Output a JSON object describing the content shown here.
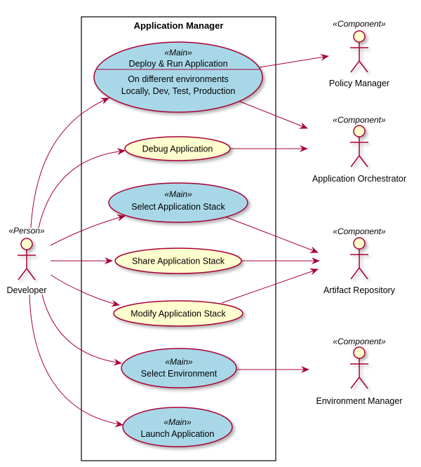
{
  "colors": {
    "main_fill": "#a8d8e8",
    "usecase_fill": "#fefece",
    "stroke": "#a80036",
    "arrow": "#a80036",
    "boundary": "#000000"
  },
  "boundary": {
    "title": "Application Manager"
  },
  "developer": {
    "stereotype": "«Person»",
    "name": "Developer"
  },
  "components": [
    {
      "id": "policy",
      "stereotype": "«Component»",
      "name": "Policy Manager"
    },
    {
      "id": "orchestrator",
      "stereotype": "«Component»",
      "name": "Application Orchestrator"
    },
    {
      "id": "artifact",
      "stereotype": "«Component»",
      "name": "Artifact Repository"
    },
    {
      "id": "environment",
      "stereotype": "«Component»",
      "name": "Environment Manager"
    }
  ],
  "usecases": [
    {
      "id": "deploy",
      "main": true,
      "stereotype": "«Main»",
      "label": "Deploy & Run Application",
      "detail1": "On different environments",
      "detail2": "Locally, Dev, Test, Production"
    },
    {
      "id": "debug",
      "main": false,
      "label": "Debug Application"
    },
    {
      "id": "select-stack",
      "main": true,
      "stereotype": "«Main»",
      "label": "Select Application Stack"
    },
    {
      "id": "share-stack",
      "main": false,
      "label": "Share Application Stack"
    },
    {
      "id": "modify-stack",
      "main": false,
      "label": "Modify Application Stack"
    },
    {
      "id": "select-env",
      "main": true,
      "stereotype": "«Main»",
      "label": "Select Environment"
    },
    {
      "id": "launch",
      "main": true,
      "stereotype": "«Main»",
      "label": "Launch Application"
    }
  ]
}
